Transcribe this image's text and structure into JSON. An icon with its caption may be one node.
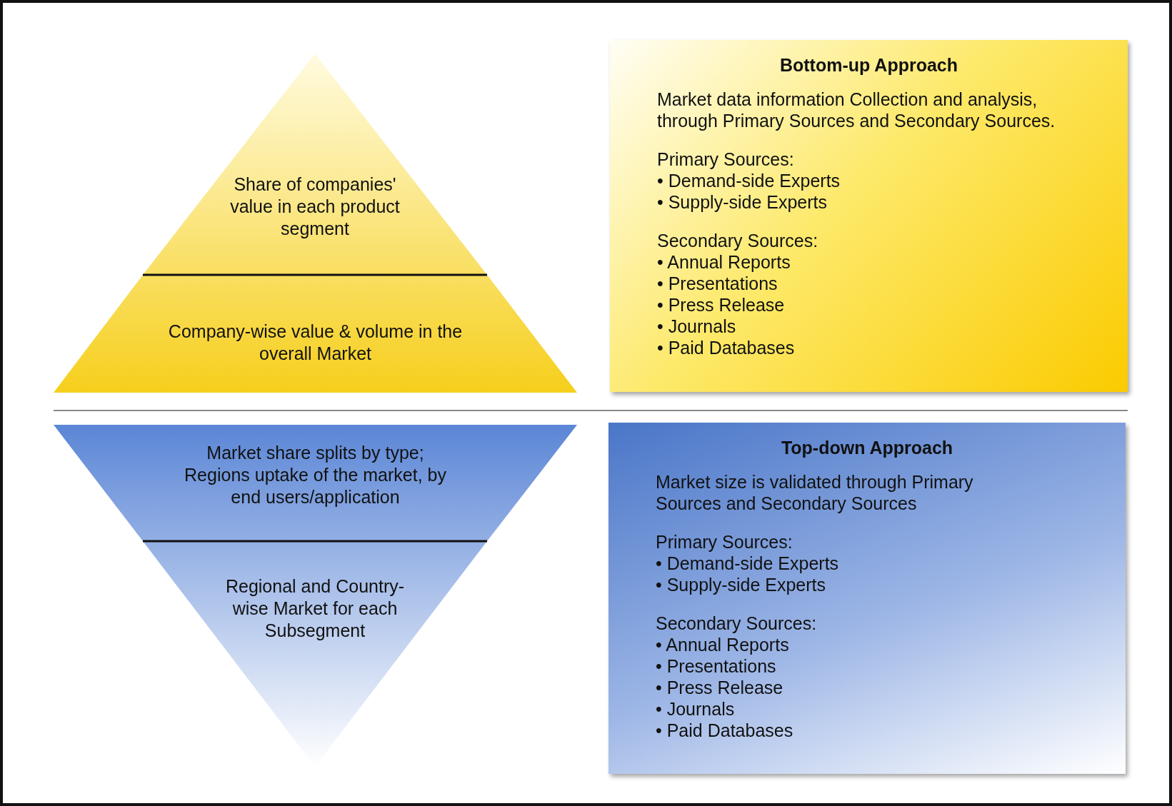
{
  "diagram": {
    "nodes": [
      {
        "text": [
          "Share of companies' value in each product segment"
        ]
      },
      {
        "text": [
          "Company-wise value & volume in the overall Market"
        ]
      },
      {
        "text": [
          "Market share splits by type; Regions uptake of the market, by end users/application"
        ]
      },
      {
        "text": [
          "Regional and Country-wise Market for each Subsegment"
        ]
      },
      {
        "text": [
          "Bottom-up Approach",
          "Market data information Collection and analysis, through Primary Sources and Secondary Sources.",
          "Primary Sources:",
          "• Demand-side Experts",
          "• Supply-side Experts",
          "Secondary Sources:",
          "• Annual Reports",
          "• Presentations",
          "• Press Release",
          "• Journals",
          "• Paid Databases"
        ]
      },
      {
        "text": [
          "Top-down Approach",
          "Market size is validated through Primary Sources and Secondary Sources",
          "Primary Sources:",
          "• Demand-side Experts",
          "• Supply-side Experts",
          "Secondary Sources:",
          "• Annual Reports",
          "• Presentations",
          "• Press Release",
          "• Journals",
          "• Paid Databases"
        ]
      }
    ],
    "edges": []
  }
}
